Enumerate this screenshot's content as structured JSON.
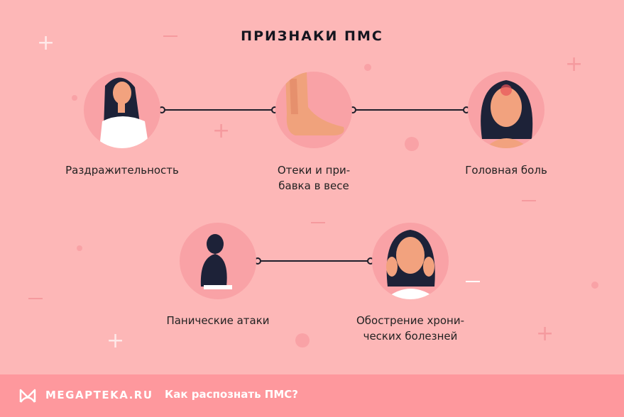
{
  "title": "ПРИЗНАКИ ПМС",
  "symptoms": [
    {
      "label_lines": [
        "Раздражительность"
      ],
      "icon": "irritated-woman-icon"
    },
    {
      "label_lines": [
        "Отеки и при-",
        "бавка в весе"
      ],
      "icon": "swollen-foot-icon"
    },
    {
      "label_lines": [
        "Головная боль"
      ],
      "icon": "headache-woman-icon"
    },
    {
      "label_lines": [
        "Панические атаки"
      ],
      "icon": "panic-woman-icon"
    },
    {
      "label_lines": [
        "Обострение хрони-",
        "ческих болезней"
      ],
      "icon": "chronic-illness-woman-icon"
    }
  ],
  "footer": {
    "brand": "MEGAPTEKA.RU",
    "subtitle": "Как распознать ПМС?",
    "logo": "megapteka-logo"
  },
  "colors": {
    "background": "#fdb7b7",
    "circle": "#f9a2a6",
    "footer": "#fe989d",
    "line": "#1e1e2a"
  }
}
